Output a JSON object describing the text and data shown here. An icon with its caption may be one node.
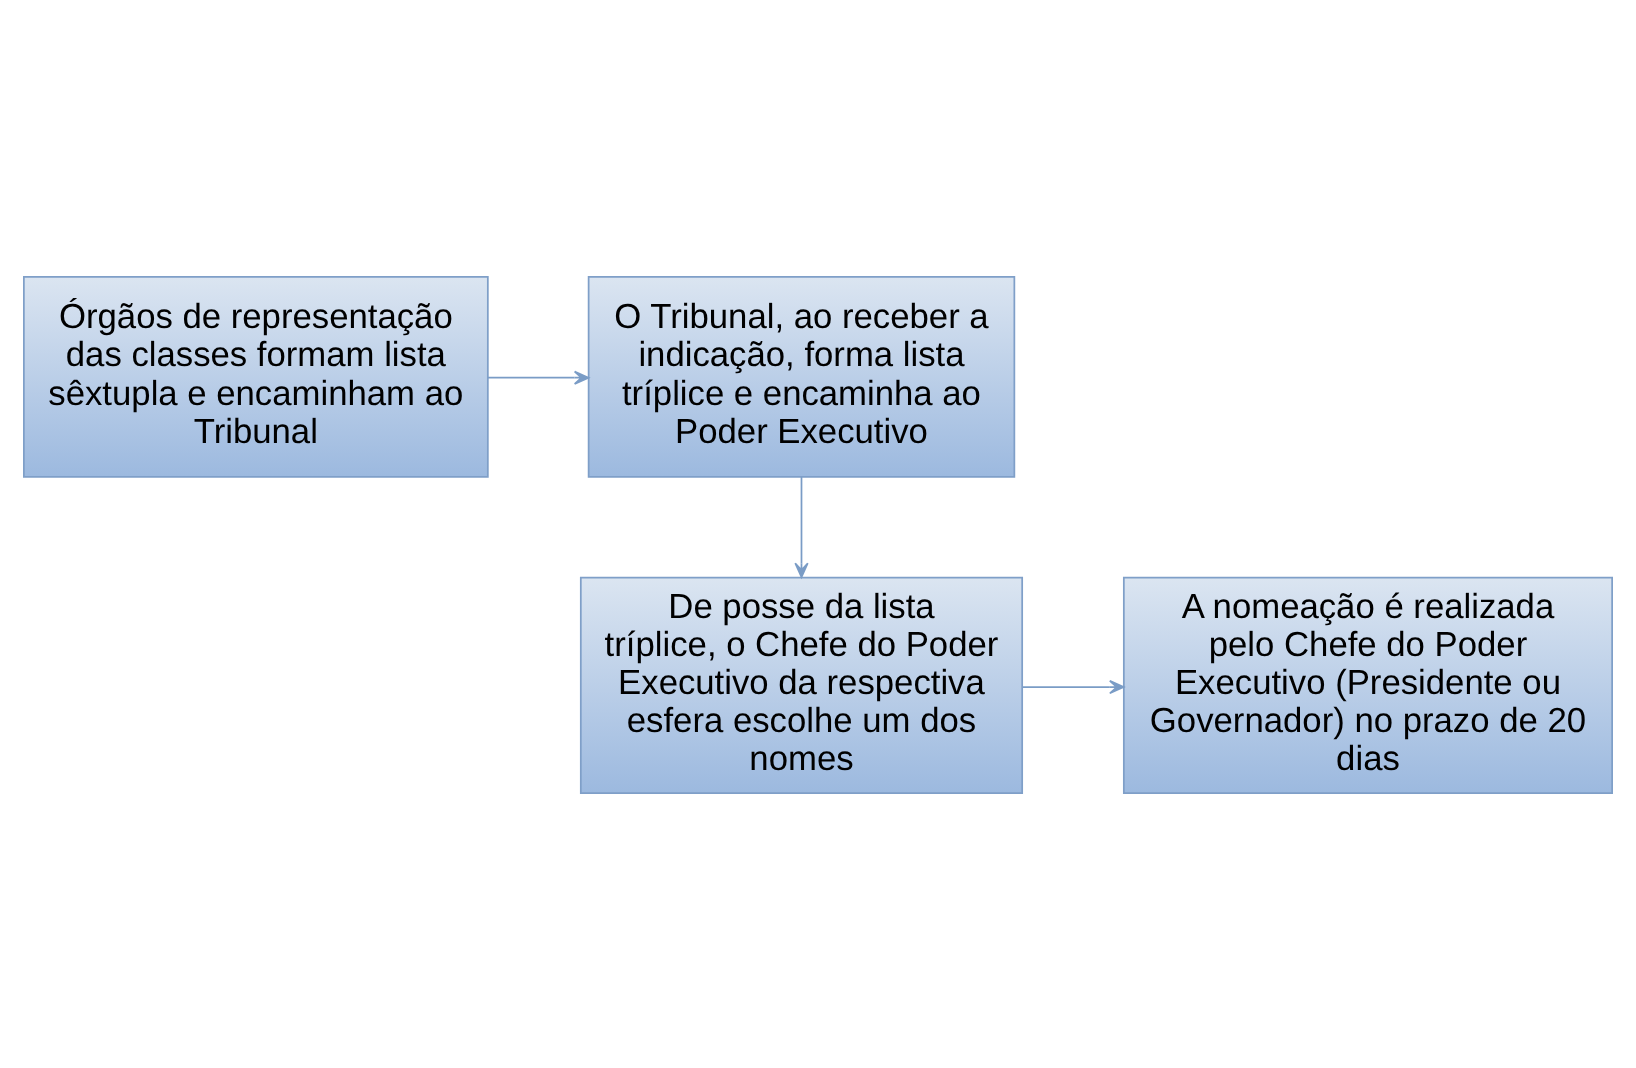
{
  "diagram": {
    "nodes": [
      {
        "text": [
          "Órgãos de representação das classes formam lista sêxtupla e encaminham ao Tribunal"
        ]
      },
      {
        "text": [
          "O Tribunal, ao receber a indicação, forma lista tríplice e encaminha ao Poder Executivo"
        ]
      },
      {
        "text": [
          "De posse da lista tríplice, o Chefe do Poder Executivo da respectiva esfera escolhe um dos nomes"
        ]
      },
      {
        "text": [
          "A nomeação é realizada pelo Chefe do Poder Executivo (Presidente ou Governador) no prazo de 20 dias"
        ]
      }
    ],
    "edges": [
      {
        "from": 0,
        "to": 1,
        "arrow": "to"
      },
      {
        "from": 1,
        "to": 2,
        "arrow": "to"
      },
      {
        "from": 2,
        "to": 3,
        "arrow": "to"
      }
    ]
  }
}
